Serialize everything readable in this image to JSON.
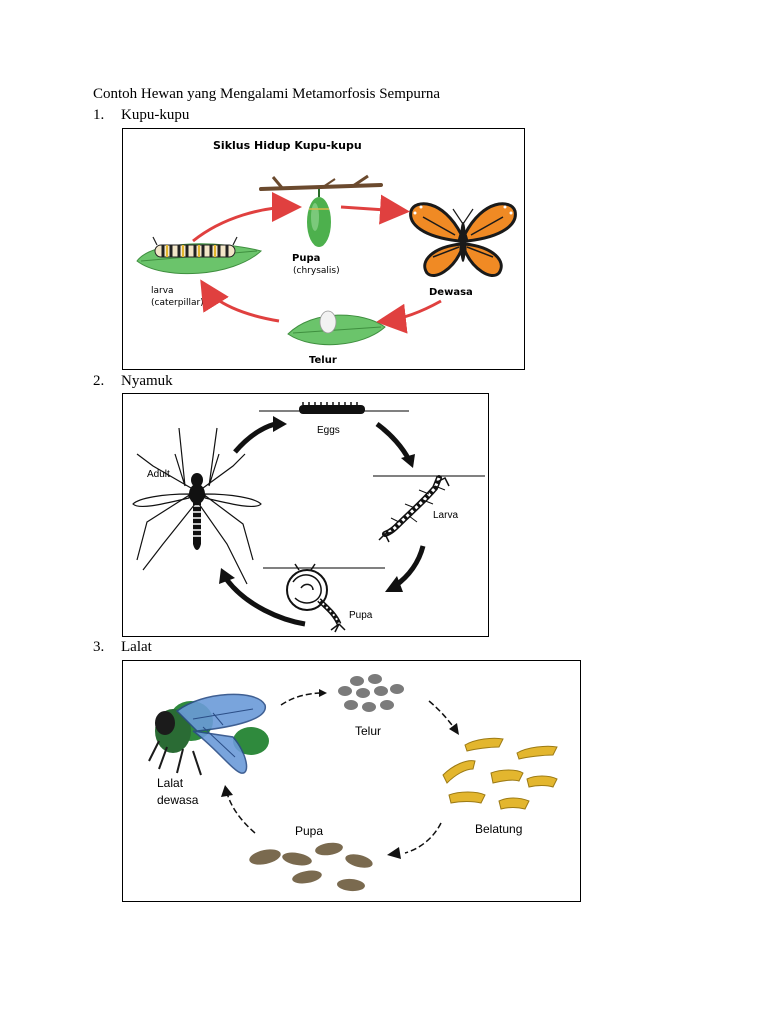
{
  "document": {
    "heading": "Contoh Hewan yang Mengalami Metamorfosis Sempurna"
  },
  "items": [
    {
      "number": "1.",
      "name": "Kupu-kupu",
      "figure": {
        "title": "Siklus Hidup Kupu-kupu",
        "stages": {
          "pupa": "Pupa",
          "pupa_sub": "(chrysalis)",
          "adult": "Dewasa",
          "egg": "Telur",
          "larva": "larva",
          "larva_sub": "(caterpillar)"
        },
        "arrow_color": "#e0403f"
      }
    },
    {
      "number": "2.",
      "name": "Nyamuk",
      "figure": {
        "stages": {
          "eggs": "Eggs",
          "larva": "Larva",
          "pupa": "Pupa",
          "adult": "Adult"
        }
      }
    },
    {
      "number": "3.",
      "name": "Lalat",
      "figure": {
        "stages": {
          "egg": "Telur",
          "larva": "Belatung",
          "pupa": "Pupa",
          "adult_line1": "Lalat",
          "adult_line2": "dewasa"
        },
        "colors": {
          "egg": "#7b7b7b",
          "maggot": "#e3b62e",
          "pupa": "#7a6a4f",
          "fly_body": "#2f8a3d",
          "fly_wing": "#6b9bd9"
        }
      }
    }
  ]
}
